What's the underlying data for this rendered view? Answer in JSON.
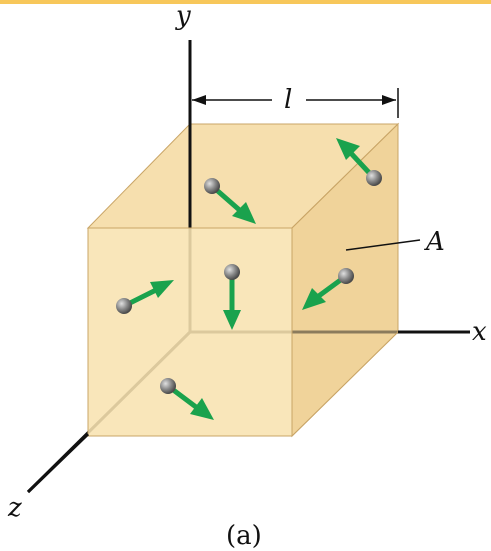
{
  "axes": {
    "x_label": "x",
    "y_label": "y",
    "z_label": "z"
  },
  "dimension_label": "l",
  "face_label": "A",
  "caption": "(a)",
  "colors": {
    "top_band": "#f7c75a",
    "cube_front": "#f8e3b0",
    "cube_side": "#f0d39a",
    "cube_top": "#f6dfae",
    "cube_edge": "#c9a567",
    "axis": "#111111",
    "arrow": "#1aa24d",
    "molecule": "#8a8a8a"
  },
  "molecules": [
    {
      "name": "molecule-top-face-1",
      "direction": "down-right"
    },
    {
      "name": "molecule-top-right",
      "direction": "up-left"
    },
    {
      "name": "molecule-left",
      "direction": "up-right"
    },
    {
      "name": "molecule-center",
      "direction": "down"
    },
    {
      "name": "molecule-right-face",
      "direction": "down-left"
    },
    {
      "name": "molecule-bottom",
      "direction": "down-right"
    }
  ]
}
